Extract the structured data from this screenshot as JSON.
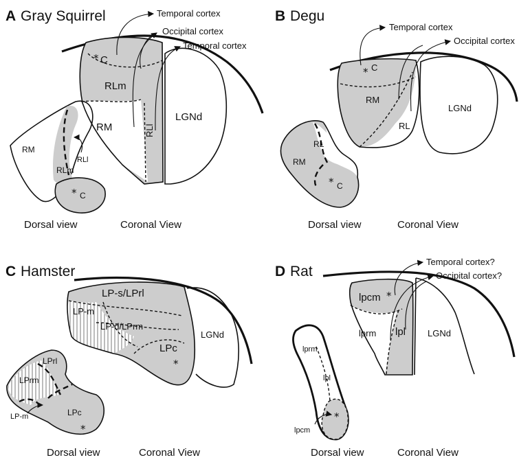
{
  "panels": {
    "a": {
      "letter": "A",
      "title": "Gray Squirrel",
      "cortex_labels": [
        "Temporal cortex",
        "Occipital cortex",
        "Temporal cortex"
      ],
      "regions": {
        "c": "C",
        "rlm": "RLm",
        "rm": "RM",
        "rli": "RLl",
        "lgnd": "LGNd",
        "d_rm": "RM",
        "d_rli": "RLl",
        "d_rlm": "RLm",
        "d_c": "C"
      },
      "asterisk": "*",
      "views": [
        "Dorsal view",
        "Coronal View"
      ]
    },
    "b": {
      "letter": "B",
      "title": "Degu",
      "cortex_labels": [
        "Temporal cortex",
        "Occipital cortex"
      ],
      "regions": {
        "c": "C",
        "rm": "RM",
        "rl": "RL",
        "lgnd": "LGNd",
        "d_rl": "RL",
        "d_rm": "RM",
        "d_c": "C"
      },
      "asterisk": "*",
      "views": [
        "Dorsal view",
        "Coronal View"
      ]
    },
    "c": {
      "letter": "C",
      "title": "Hamster",
      "regions": {
        "lps": "LP-s/LPrl",
        "lpm": "LP-m",
        "lpd": "LP-d/LPrm",
        "lpc": "LPc",
        "lgnd": "LGNd",
        "d_lprl": "LPrl",
        "d_lprm": "LPrm",
        "d_lpm": "LP-m",
        "d_lpc": "LPc"
      },
      "asterisk": "*",
      "views": [
        "Dorsal view",
        "Coronal View"
      ]
    },
    "d": {
      "letter": "D",
      "title": "Rat",
      "cortex_labels": [
        "Temporal cortex?",
        "Occipital cortex?"
      ],
      "regions": {
        "lpcm": "lpcm",
        "lprm": "lprm",
        "lpl": "lpl",
        "lgnd": "LGNd",
        "d_lprm": "lprm",
        "d_lpl": "lpl",
        "d_lpcm": "lpcm"
      },
      "asterisk": "*",
      "views": [
        "Dorsal view",
        "Coronal View"
      ]
    }
  },
  "colors": {
    "shaded": "#cdcdcd",
    "outline": "#111111",
    "background": "#ffffff"
  }
}
